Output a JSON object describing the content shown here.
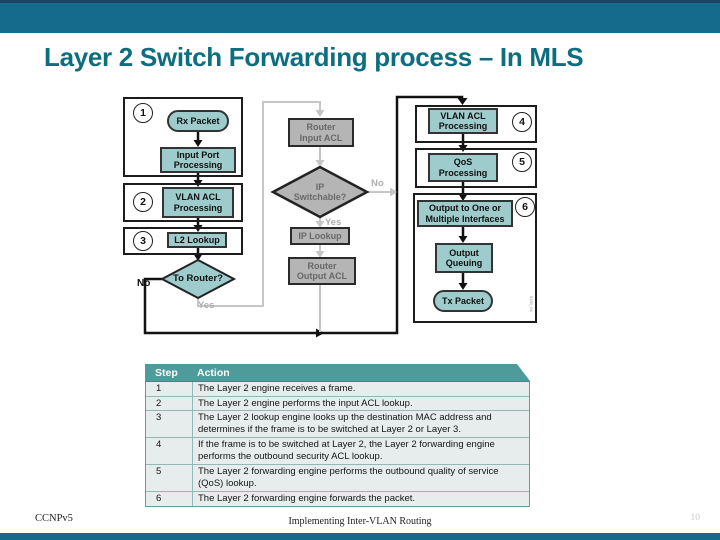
{
  "slide": {
    "title": "Layer 2 Switch Forwarding process – In MLS",
    "footer": {
      "left": "CCNPv5",
      "center": "Implementing Inter-VLAN Routing",
      "page": "10"
    }
  },
  "flow": {
    "steps": {
      "s1": "1",
      "s2": "2",
      "s3": "3",
      "s4": "4",
      "s5": "5",
      "s6": "6"
    },
    "nodes": {
      "rx": "Rx Packet",
      "input_port": "Input Port\nProcessing",
      "vlan1": "VLAN ACL\nProcessing",
      "l2": "L2 Lookup",
      "to_router": "To Router?",
      "router_input": "Router\nInput ACL",
      "ip_switch": "IP\nSwitchable?",
      "ip_lookup": "IP Lookup",
      "router_output": "Router\nOutput ACL",
      "vlan2": "VLAN ACL\nProcessing",
      "qos": "QoS\nProcessing",
      "output_one": "Output to One or\nMultiple Interfaces",
      "output_q": "Output\nQueuing",
      "tx": "Tx Packet"
    },
    "labels": {
      "no_main": "No",
      "yes_main": "Yes",
      "no_ip": "No",
      "yes_ip": "Yes"
    },
    "fig_id": "5150_04"
  },
  "table": {
    "headers": [
      "Step",
      "Action"
    ],
    "rows": [
      {
        "step": "1",
        "action": "The Layer 2 engine receives a frame."
      },
      {
        "step": "2",
        "action": "The Layer 2 engine performs the input ACL lookup."
      },
      {
        "step": "3",
        "action": "The Layer 2 lookup engine looks up the destination MAC address and determines if the frame is to be switched at Layer 2 or Layer 3."
      },
      {
        "step": "4",
        "action": "If the frame is to be switched at Layer 2, the Layer 2 forwarding engine performs the outbound security ACL lookup."
      },
      {
        "step": "5",
        "action": "The Layer 2 forwarding engine performs the outbound quality of service (QoS) lookup."
      },
      {
        "step": "6",
        "action": "The Layer 2 forwarding engine forwards the packet."
      }
    ]
  }
}
